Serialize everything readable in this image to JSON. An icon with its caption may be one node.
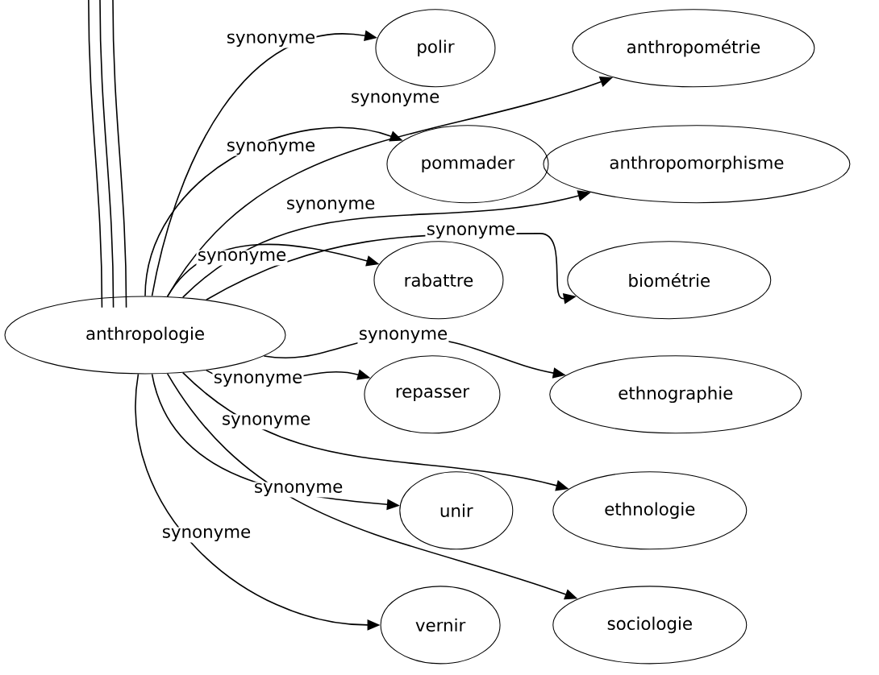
{
  "diagram": {
    "nodes": [
      {
        "text": [
          "anthropologie"
        ]
      },
      {
        "text": [
          "polir"
        ]
      },
      {
        "text": [
          "pommader"
        ]
      },
      {
        "text": [
          "rabattre"
        ]
      },
      {
        "text": [
          "repasser"
        ]
      },
      {
        "text": [
          "unir"
        ]
      },
      {
        "text": [
          "vernir"
        ]
      },
      {
        "text": [
          "anthropométrie"
        ]
      },
      {
        "text": [
          "anthropomorphisme"
        ]
      },
      {
        "text": [
          "biométrie"
        ]
      },
      {
        "text": [
          "ethnographie"
        ]
      },
      {
        "text": [
          "ethnologie"
        ]
      },
      {
        "text": [
          "sociologie"
        ]
      }
    ],
    "edges": [
      {
        "from": 0,
        "to": 1,
        "arrow": "to",
        "label": "synonyme"
      },
      {
        "from": 0,
        "to": 7,
        "arrow": "to",
        "label": "synonyme"
      },
      {
        "from": 0,
        "to": 2,
        "arrow": "to",
        "label": "synonyme"
      },
      {
        "from": 0,
        "to": 8,
        "arrow": "to",
        "label": "synonyme"
      },
      {
        "from": 0,
        "to": 3,
        "arrow": "to",
        "label": "synonyme"
      },
      {
        "from": 0,
        "to": 9,
        "arrow": "to",
        "label": "synonyme"
      },
      {
        "from": 0,
        "to": 10,
        "arrow": "to",
        "label": "synonyme"
      },
      {
        "from": 0,
        "to": 4,
        "arrow": "to",
        "label": "synonyme"
      },
      {
        "from": 0,
        "to": 11,
        "arrow": "to",
        "label": "synonyme"
      },
      {
        "from": 0,
        "to": 5,
        "arrow": "to",
        "label": "synonyme"
      },
      {
        "from": 0,
        "to": 6,
        "arrow": "to",
        "label": "synonyme"
      },
      {
        "from": 0,
        "to": 12,
        "arrow": "to"
      },
      {
        "from": 0,
        "to": null,
        "arrow": "none"
      },
      {
        "from": 0,
        "to": null,
        "arrow": "none"
      },
      {
        "from": 0,
        "to": null,
        "arrow": "none"
      }
    ]
  }
}
